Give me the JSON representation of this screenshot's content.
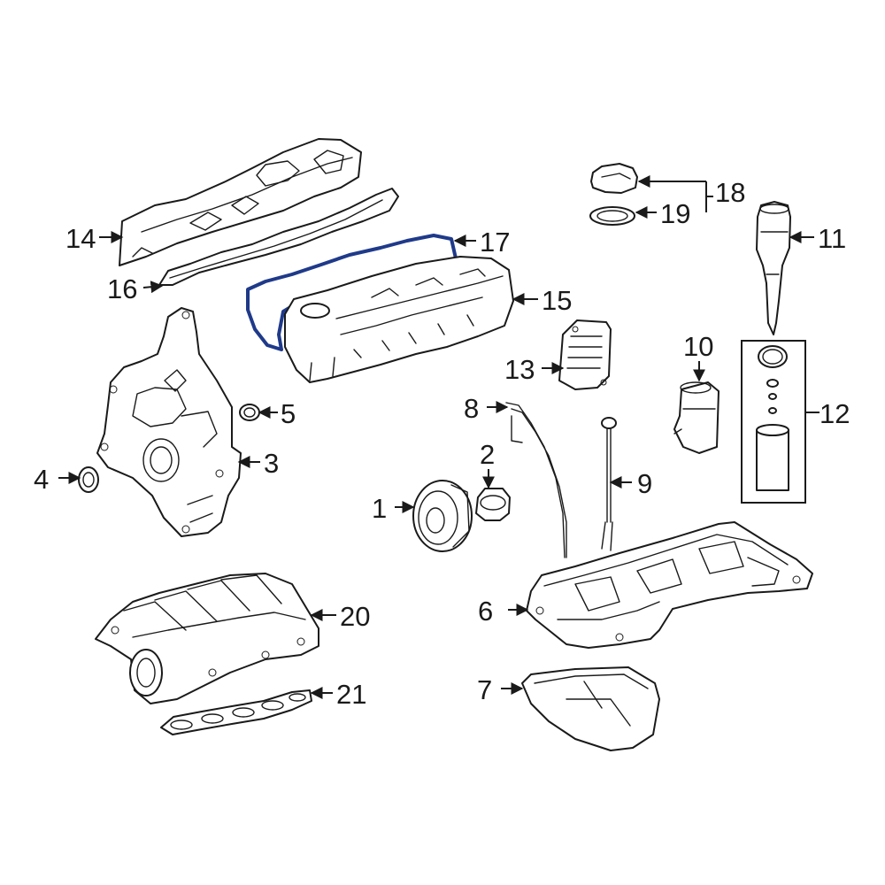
{
  "diagram": {
    "highlight_color": "#1f3a8a",
    "line_color": "#1a1a1a",
    "callouts": {
      "c1": "1",
      "c2": "2",
      "c3": "3",
      "c4": "4",
      "c5": "5",
      "c6": "6",
      "c7": "7",
      "c8": "8",
      "c9": "9",
      "c10": "10",
      "c11": "11",
      "c12": "12",
      "c13": "13",
      "c14": "14",
      "c15": "15",
      "c16": "16",
      "c17": "17",
      "c18": "18",
      "c19": "19",
      "c20": "20",
      "c21": "21"
    }
  }
}
